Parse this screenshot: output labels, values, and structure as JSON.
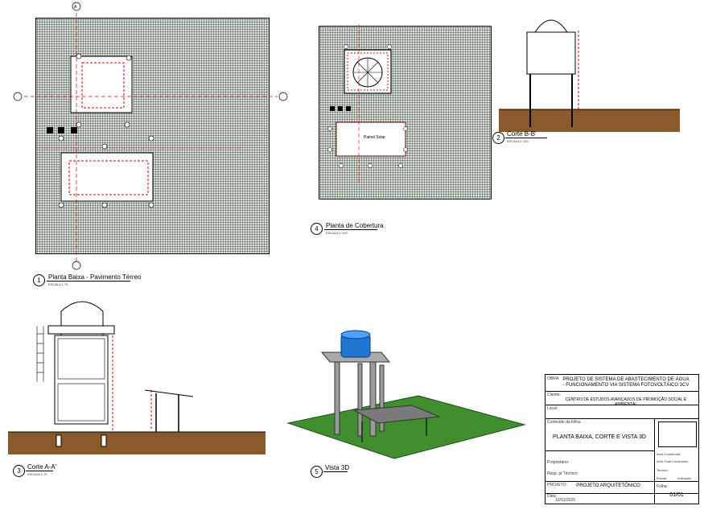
{
  "views": {
    "v1": {
      "number": "1",
      "title": "Planta Baixa - Pavimento Térreo",
      "scale": "ESCALA 1:75"
    },
    "v2": {
      "number": "2",
      "title": "Corte B-B'",
      "scale": "ESCALA 1:100"
    },
    "v3": {
      "number": "3",
      "title": "Corte A-A'",
      "scale": "ESCALA 1:75"
    },
    "v4": {
      "number": "4",
      "title": "Planta de Cobertura",
      "scale": "ESCALA 1:100"
    },
    "v5": {
      "number": "5",
      "title": "Vista 3D"
    }
  },
  "labels": {
    "painel_solar": "Painel Solar",
    "axis_a": "A"
  },
  "title_block": {
    "obra_label": "OBRA:",
    "obra": "PROJETO DE SISTEMA DE ABASTECIMENTO DE ÁGUA - FUNCIONAMENTO VIA SISTEMA FOTOVOLTÁICO 3CV",
    "cliente_label": "Cliente:",
    "cliente": "CENTRO DE ESTUDOS AVANÇADOS DE PROMOÇÃO SOCIAL E AMBIENTAL",
    "local_label": "Local:",
    "conteudo_label": "Conteúdo da folha:",
    "conteudo": "PLANTA BAIXA, CORTE E VISTA 3D",
    "proprietario_label": "Proprietário:",
    "resp_tecnico_label": "Resp. pi Técnico:",
    "projeto_label": "PROJETO:",
    "projeto": "PROJETO ARQUITETÔNICO",
    "data_label": "Data:",
    "data": "10/01/2020",
    "folha_label": "Folha:",
    "folha": "01/01",
    "area_construida": "Área Construída:",
    "area_total": "Área Total Construída:",
    "terreno": "Terreno:",
    "escala": "Escala:",
    "indicacao": "Indicação"
  }
}
